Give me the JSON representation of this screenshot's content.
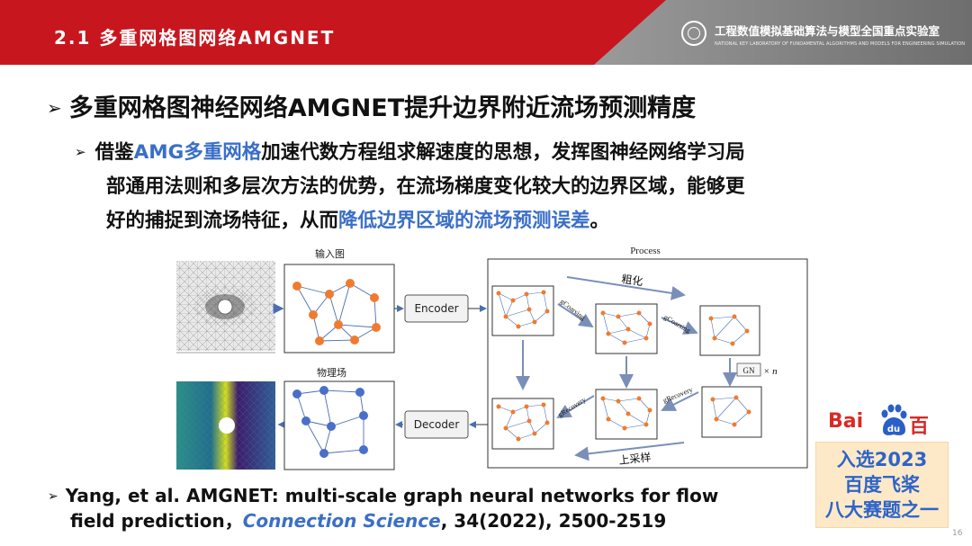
{
  "header": {
    "title": "2.1 多重网格图网络AMGNET",
    "lab_name": "工程数值模拟基础算法与模型全国重点实验室",
    "lab_sub": "NATIONAL KEY LABORATORY OF FUNDAMENTAL ALGORITHMS AND MODELS FOR ENGINEERING SIMULATION",
    "accent_color": "#c8161e"
  },
  "bullet_main": "多重网格图神经网络AMGNET提升边界附近流场预测精度",
  "paragraph": {
    "seg1": "借鉴",
    "seg2_blue": "AMG多重网格",
    "seg3": "加速代数方程组求解速度的思想，发挥图神经网络学习局",
    "line2": "部通用法则和多层次方法的优势，在流场梯度变化较大的边界区域，能够更",
    "line3_a": "好的捕捉到流场特征，从而",
    "line3_blue": "降低边界区域的流场预测误差",
    "line3_end": "。"
  },
  "diagram": {
    "input_graph_label": "输入图",
    "physical_field_label": "物理场",
    "encoder_label": "Encoder",
    "decoder_label": "Decoder",
    "process_label": "Process",
    "coarsen_label": "粗化",
    "upsample_label": "上采样",
    "gcoarsing_1": "gCoarsing",
    "gcoarsing_2": "gCoarsing",
    "grecovery_1": "gRecovery",
    "grecovery_2": "gRecovery",
    "gn_label": "GN",
    "times_n": "× n"
  },
  "reference": {
    "line1": "Yang, et al. AMGNET: multi-scale graph neural networks for flow",
    "line2_a": "field prediction，",
    "journal": "Connection Science",
    "line2_b": ", 34(2022), 2500-2519"
  },
  "badge": {
    "baidu_text": "Bai",
    "baidu_paw_text": "du",
    "baidu_cn": "百度",
    "award_line1": "入选2023",
    "award_line2": "百度飞桨",
    "award_line3": "八大赛题之一"
  },
  "page_number": "16"
}
